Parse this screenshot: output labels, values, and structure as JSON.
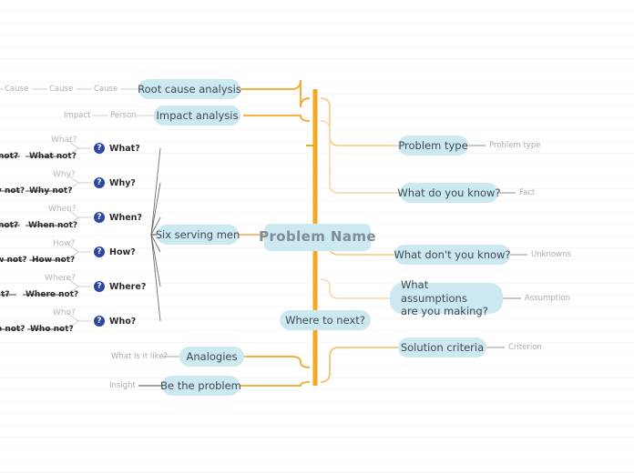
{
  "diagram": {
    "title": "Problem Name",
    "central_node": {
      "label": "Problem Name"
    },
    "colors": {
      "node_fill": "#cce8f1",
      "trunk": "#f5a623",
      "branch_light": "#fbd8a4",
      "tag_text": "#a9aeb3",
      "icon_blue": "#2b48a8",
      "central_text": "#7e8c96"
    },
    "right_branches": [
      {
        "label": "Problem type",
        "tag": "Problem type"
      },
      {
        "label": "What do you know?",
        "tag": "Fact"
      },
      {
        "label": "What don't you know?",
        "tag": "Unknowns"
      },
      {
        "label": "What assumptions are you making?",
        "line1": "What assumptions",
        "line2": "are you making?",
        "tag": "Assumption"
      },
      {
        "label": "Solution criteria",
        "tag": "Criterion"
      }
    ],
    "trunk_node": {
      "label": "Where to next?"
    },
    "left_branches": [
      {
        "label": "Root cause analysis",
        "tags": [
          "Cause",
          "Cause",
          "Cause"
        ]
      },
      {
        "label": "Impact analysis",
        "tags": [
          "Impact",
          "Person"
        ]
      },
      {
        "label": "Six serving men"
      },
      {
        "label": "Analogies",
        "tags": [
          "What is it like?"
        ]
      },
      {
        "label": "Be the problem",
        "tags": [
          "Insight"
        ]
      }
    ],
    "serving_men": [
      {
        "icon": "question-icon",
        "name": "What?",
        "sub_muted": "What?",
        "sub_bold": "What not?",
        "sub_far": "not?"
      },
      {
        "icon": "question-icon",
        "name": "Why?",
        "sub_muted": "Why?",
        "sub_bold": "Why not?",
        "sub_far": "y not?"
      },
      {
        "icon": "question-icon",
        "name": "When?",
        "sub_muted": "When?",
        "sub_bold": "When not?",
        "sub_far": "not?"
      },
      {
        "icon": "question-icon",
        "name": "How?",
        "sub_muted": "How?",
        "sub_bold": "How not?",
        "sub_far": "w not?"
      },
      {
        "icon": "question-icon",
        "name": "Where?",
        "sub_muted": "Where?",
        "sub_bold": "Where not?",
        "sub_far": "t?"
      },
      {
        "icon": "question-icon",
        "name": "Who?",
        "sub_muted": "Who?",
        "sub_bold": "Who not?",
        "sub_far": "o not?"
      }
    ],
    "icon_glyph": "?"
  }
}
